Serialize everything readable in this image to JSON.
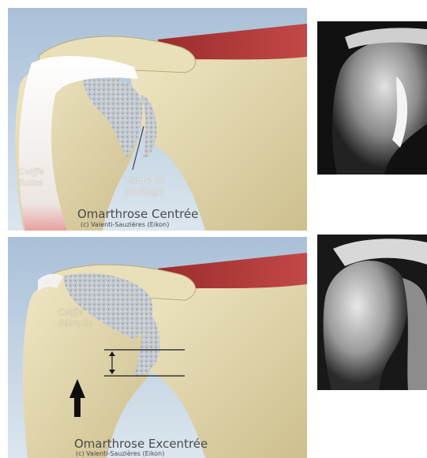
{
  "top_panel": {
    "title": "Omarthrose Centrée",
    "credit": "(c) Valenti-Sauzières (Eikon)",
    "label_cuff": [
      "Coiffe",
      "Saine"
    ],
    "label_cartilage": [
      "Usure du",
      "cartilage"
    ]
  },
  "bottom_panel": {
    "title": "Omarthrose Excentrée",
    "credit": "(c) Valenti-Sauzières (Eikon)",
    "label_cuff": [
      "Coiffe",
      "détruite"
    ]
  },
  "colors": {
    "bg_blue": "#b7cbe0",
    "bone": "#e6dcb4",
    "bone_shadow": "#c9bc8c",
    "muscle": "#b03a3a",
    "cartilage": "#c9ced2",
    "tendon": "#f2f0ee"
  }
}
